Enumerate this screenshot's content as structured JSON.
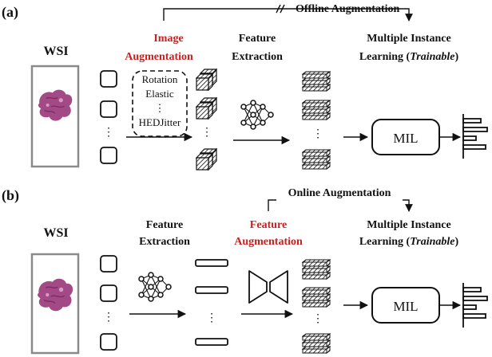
{
  "colors": {
    "accent_red": "#c8201e",
    "tissue": "#a34a86",
    "frame": "#8a8a8a"
  },
  "panel_a": {
    "label": "(a)",
    "top_label": "Offline Augmentation",
    "wsi": "WSI",
    "image_aug_1": "Image",
    "image_aug_2": "Augmentation",
    "feature_1": "Feature",
    "feature_2": "Extraction",
    "mil_1": "Multiple Instance",
    "mil_2a": "Learning (",
    "mil_2b": "Trainable",
    "mil_2c": ")",
    "aug_list": [
      "Rotation",
      "Elastic",
      "⋮",
      "HEDJitter"
    ],
    "mil_box": "MIL",
    "dots": "⋮"
  },
  "panel_b": {
    "label": "(b)",
    "top_label": "Online Augmentation",
    "wsi": "WSI",
    "feature_1": "Feature",
    "feature_2": "Extraction",
    "feat_aug_1": "Feature",
    "feat_aug_2": "Augmentation",
    "mil_1": "Multiple Instance",
    "mil_2a": "Learning (",
    "mil_2b": "Trainable",
    "mil_2c": ")",
    "mil_box": "MIL",
    "dots": "⋮"
  }
}
